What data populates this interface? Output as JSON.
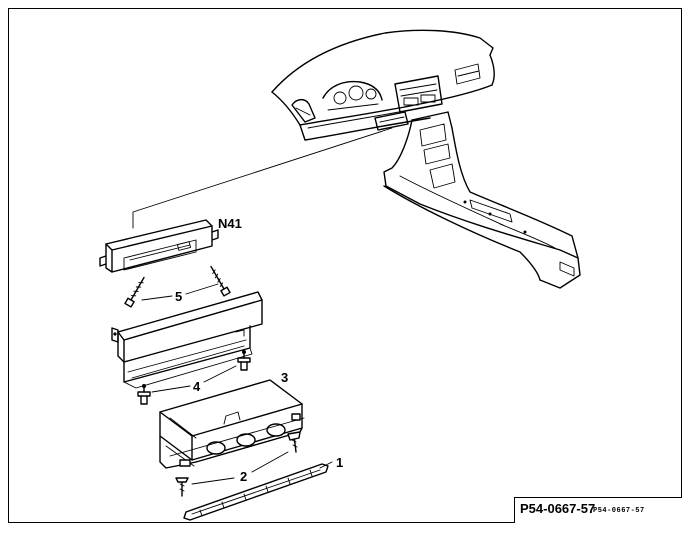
{
  "diagram": {
    "labels": {
      "n41": "N41",
      "item1": "1",
      "item2": "2",
      "item3": "3",
      "item4": "4",
      "item5": "5"
    },
    "reference": {
      "main": "P54-0667-57",
      "small": "P54-0667-57"
    }
  },
  "colors": {
    "line": "#000000",
    "background": "#ffffff"
  }
}
